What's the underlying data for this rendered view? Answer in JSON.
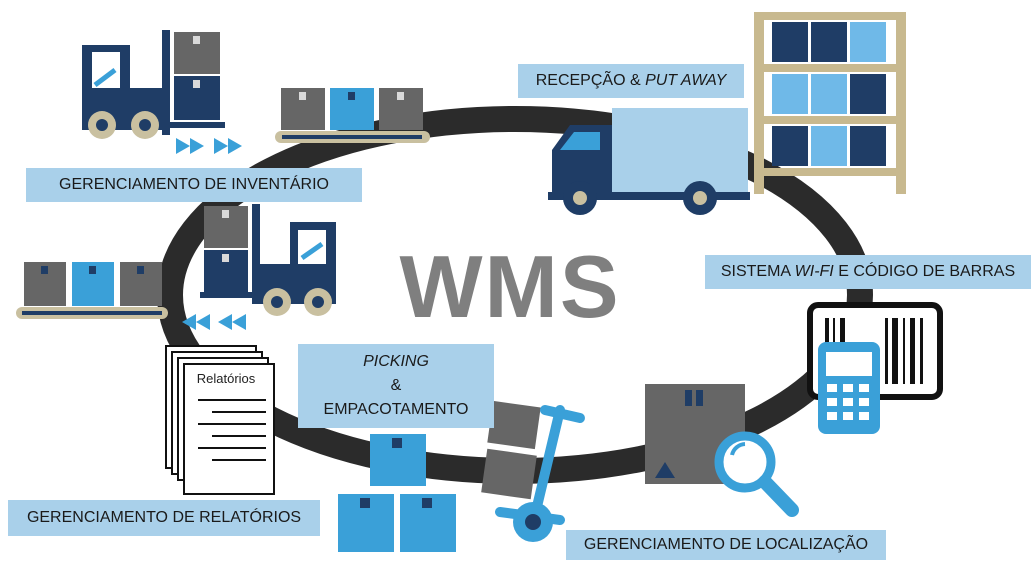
{
  "center_title": "WMS",
  "labels": {
    "recepcao_a": "RECEPÇÃO & ",
    "recepcao_b": "PUT AWAY",
    "inventario": "GERENCIAMENTO DE INVENTÁRIO",
    "sistema_a": "SISTEMA ",
    "sistema_b": "WI-FI",
    "sistema_c": " E CÓDIGO DE BARRAS",
    "picking_a": "PICKING",
    "picking_b": "&",
    "picking_c": "EMPACOTAMENTO",
    "relatorios": "GERENCIAMENTO DE RELATÓRIOS",
    "localizacao": "GERENCIAMENTO DE LOCALIZAÇÃO"
  },
  "document_title": "Relatórios",
  "colors": {
    "navy": "#1f3d66",
    "sky": "#3aa0d8",
    "light_sky": "#6fb9e8",
    "grey_box": "#666666",
    "cycle_ring": "#2b2b2b",
    "label_bg": "#a9d0ea",
    "shelf": "#c8b98f",
    "wheel": "#c9c0a0"
  },
  "icons": [
    "forklift-icon",
    "conveyor-icon",
    "truck-icon",
    "shelf-icon",
    "barcode-scanner-icon",
    "magnifier-icon",
    "hand-truck-icon",
    "report-documents-icon",
    "box-icon",
    "arrow-icon"
  ]
}
